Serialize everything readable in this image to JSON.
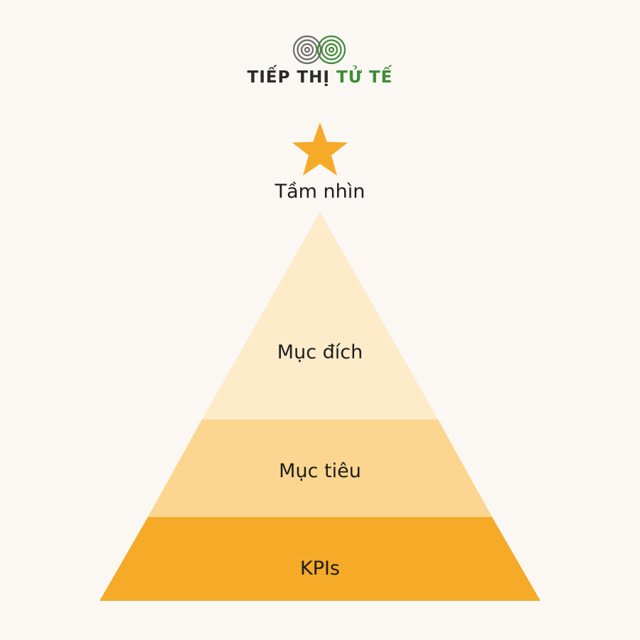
{
  "logo": {
    "text_part1": "TIẾP THỊ",
    "text_part2": "TỬ TẾ",
    "icon": "double-concentric-circles-icon"
  },
  "vision": {
    "icon": "star-icon",
    "label": "Tầm nhìn"
  },
  "levels": [
    {
      "label": "Mục đích",
      "color": "#fdebc9"
    },
    {
      "label": "Mục tiêu",
      "color": "#fcd690"
    },
    {
      "label": "KPIs",
      "color": "#f5aa28"
    }
  ],
  "colors": {
    "background": "#fbf7f3",
    "star": "#f5aa28",
    "logo_dark": "#2b2b2b",
    "logo_green": "#3d8b37"
  }
}
